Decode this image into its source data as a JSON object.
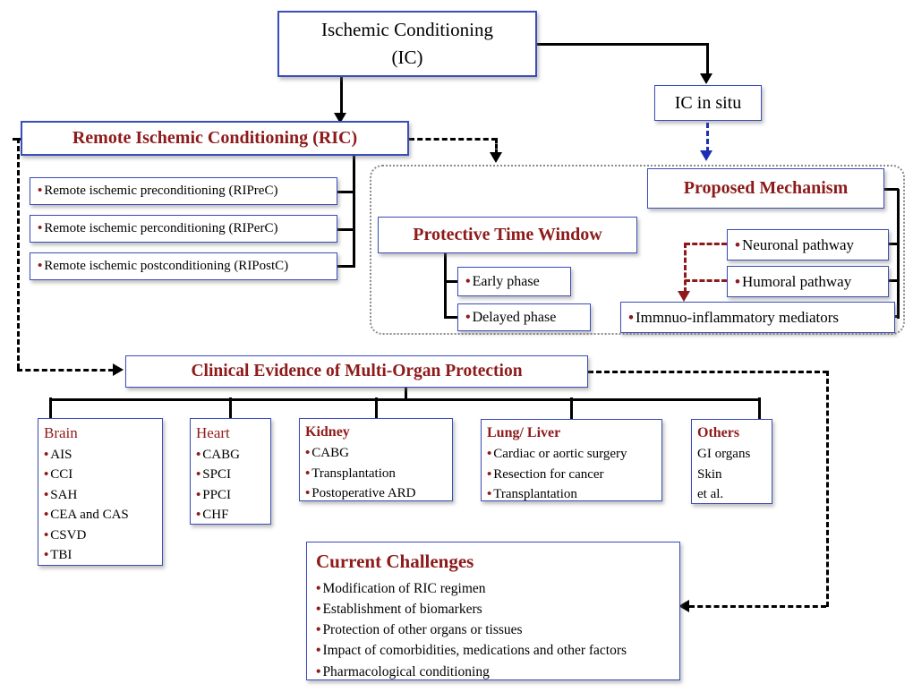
{
  "colors": {
    "box_border_blue": "#3a4db8",
    "heading_red": "#8e1a1a",
    "connector_black": "#000000",
    "arrow_blue": "#1b2fb3",
    "dashed_red": "#8e1a1a",
    "dotted_gray": "#8b8b8b"
  },
  "nodes": {
    "ic": {
      "line1": "Ischemic Conditioning",
      "line2": "(IC)"
    },
    "ic_in_situ": {
      "label": "IC in situ"
    },
    "ric": {
      "label": "Remote Ischemic Conditioning (RIC)"
    },
    "ric_types": [
      {
        "label": "Remote ischemic preconditioning (RIPreC)"
      },
      {
        "label": "Remote ischemic perconditioning (RIPerC)"
      },
      {
        "label": "Remote ischemic postconditioning (RIPostC)"
      }
    ],
    "ptw": {
      "label": "Protective Time Window",
      "phases": [
        {
          "label": "Early phase"
        },
        {
          "label": "Delayed phase"
        }
      ]
    },
    "pm": {
      "label": "Proposed Mechanism",
      "pathways": [
        {
          "label": "Neuronal pathway"
        },
        {
          "label": "Humoral pathway"
        },
        {
          "label": "Immnuo-inflammatory mediators"
        }
      ]
    },
    "clinical": {
      "label": "Clinical Evidence of Multi-Organ Protection"
    },
    "organs": [
      {
        "title": "Brain",
        "items": [
          "AIS",
          "CCI",
          "SAH",
          "CEA and CAS",
          "CSVD",
          "TBI"
        ]
      },
      {
        "title": "Heart",
        "items": [
          "CABG",
          "SPCI",
          "PPCI",
          "CHF"
        ]
      },
      {
        "title": "Kidney",
        "items": [
          "CABG",
          "Transplantation",
          "Postoperative ARD"
        ]
      },
      {
        "title": "Lung/ Liver",
        "items": [
          "Cardiac or aortic surgery",
          "Resection for cancer",
          "Transplantation"
        ]
      },
      {
        "title": "Others",
        "items": [
          "GI organs",
          "Skin",
          "et al."
        ]
      }
    ],
    "challenges": {
      "title": "Current Challenges",
      "items": [
        "Modification of RIC regimen",
        "Establishment of biomarkers",
        "Protection of other organs or tissues",
        "Impact of comorbidities, medications and other factors",
        "Pharmacological conditioning"
      ]
    }
  }
}
